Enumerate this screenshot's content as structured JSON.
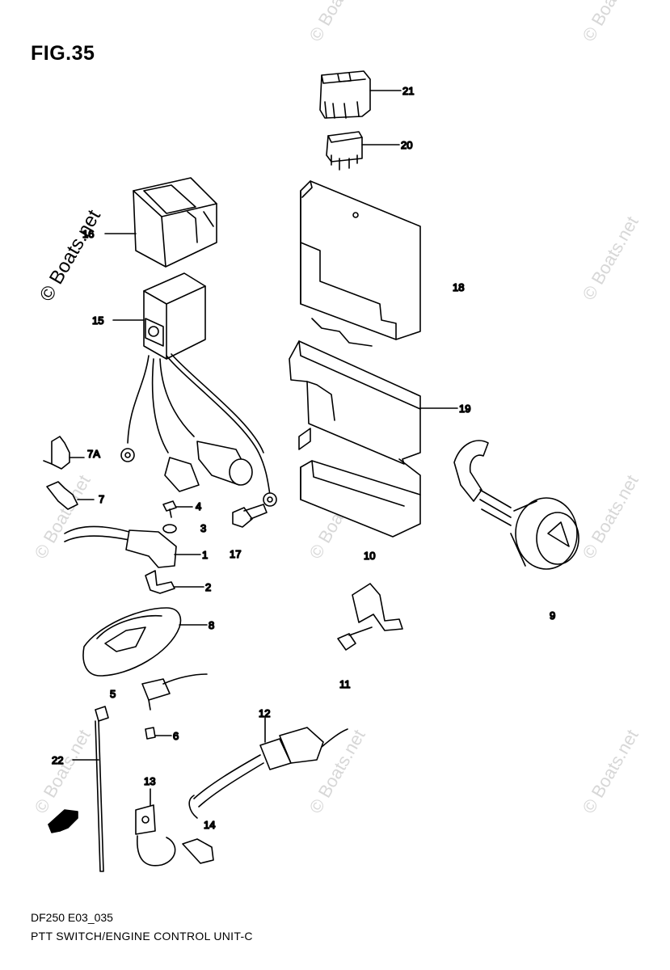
{
  "figure": {
    "title": "FIG.35",
    "code": "DF250 E03_035",
    "caption": "PTT SWITCH/ENGINE CONTROL UNIT-C"
  },
  "watermark": {
    "text": "© Boats.net"
  },
  "callouts": {
    "c1": "1",
    "c2": "2",
    "c3": "3",
    "c4": "4",
    "c5": "5",
    "c6": "6",
    "c7": "7",
    "c7a": "7A",
    "c8": "8",
    "c9": "9",
    "c10": "10",
    "c11": "11",
    "c12": "12",
    "c13": "13",
    "c14": "14",
    "c15": "15",
    "c16": "16",
    "c17": "17",
    "c18": "18",
    "c19": "19",
    "c20": "20",
    "c21": "21",
    "c22": "22"
  },
  "icons": {
    "front_arrow": "front-direction-arrow-icon"
  }
}
